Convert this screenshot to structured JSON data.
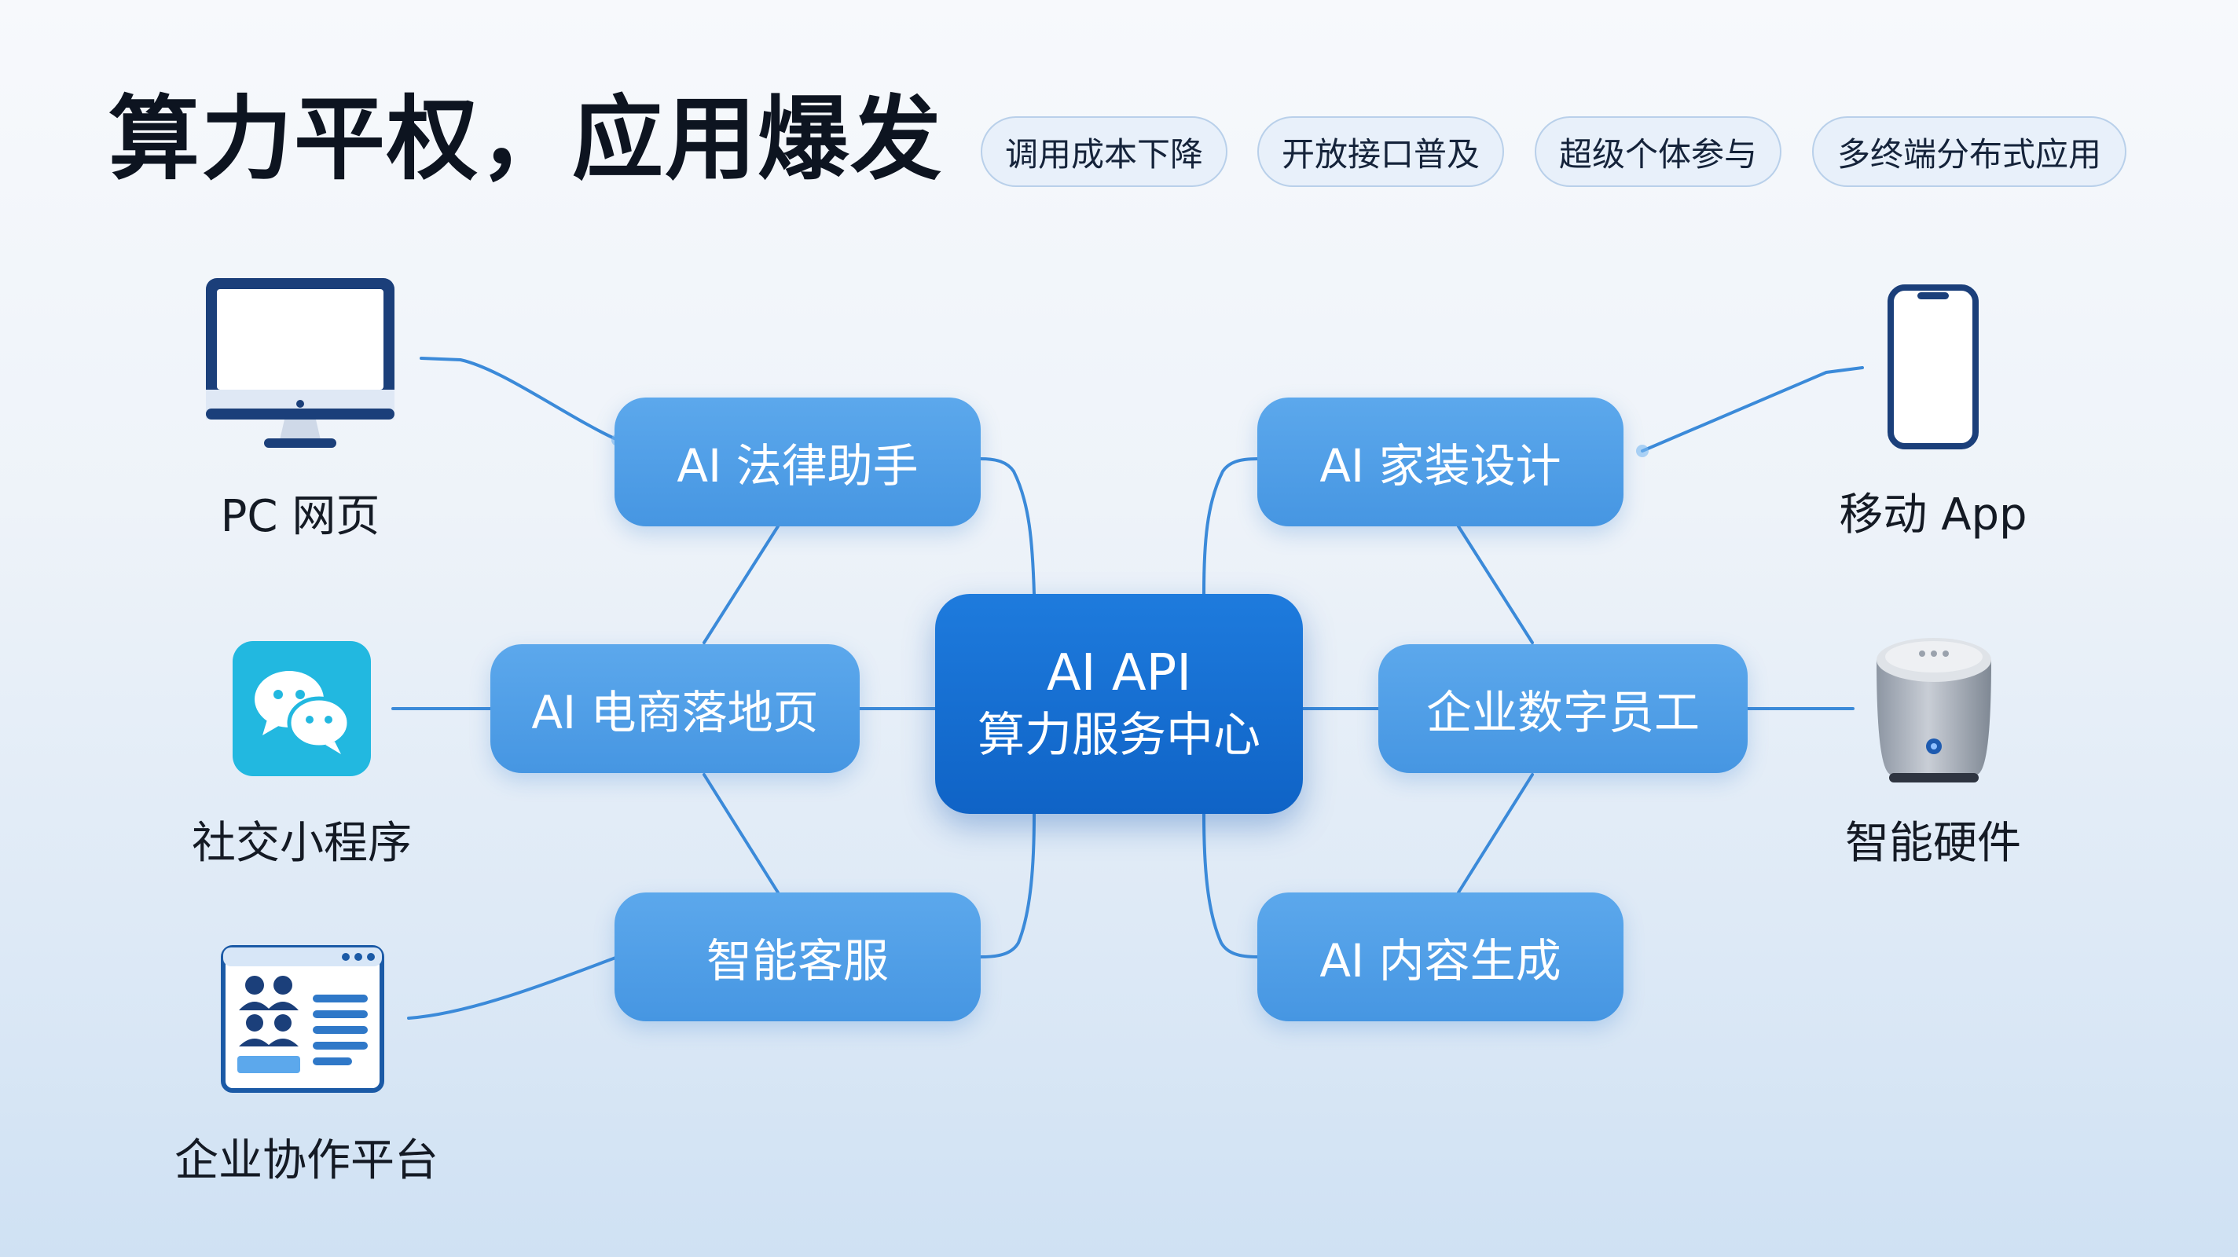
{
  "title": "算力平权，应用爆发",
  "tags": [
    "调用成本下降",
    "开放接口普及",
    "超级个体参与",
    "多终端分布式应用"
  ],
  "center": {
    "line1": "AI API",
    "line2": "算力服务中心"
  },
  "apps": {
    "legal": "AI 法律助手",
    "ecommerce": "AI 电商落地页",
    "service": "智能客服",
    "home": "AI 家装设计",
    "employee": "企业数字员工",
    "content": "AI 内容生成"
  },
  "platforms": {
    "pc": "PC 网页",
    "mini": "社交小程序",
    "collab": "企业协作平台",
    "mobile": "移动 App",
    "hardware": "智能硬件"
  },
  "colors": {
    "node": "#4a9ae4",
    "center": "#1570d3",
    "line": "#3b8ad9",
    "dark_blue": "#1b3f7a",
    "wechat": "#22b8e0"
  },
  "icons": {
    "pc": "monitor-icon",
    "mini": "chat-bubbles-icon",
    "collab": "team-dashboard-icon",
    "mobile": "smartphone-icon",
    "hardware": "smart-speaker-icon"
  }
}
